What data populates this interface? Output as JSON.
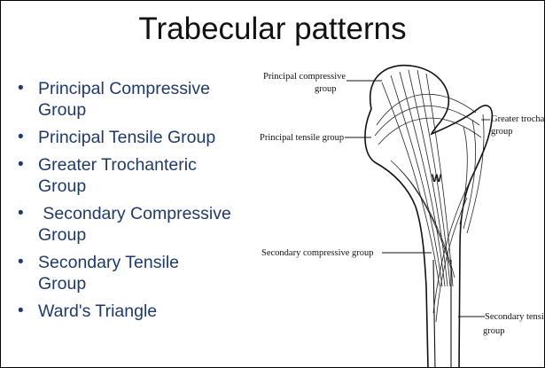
{
  "slide": {
    "title": "Trabecular patterns",
    "bullets": [
      {
        "line1": "Principal Compressive",
        "line2": "Group"
      },
      {
        "line1": "Principal Tensile Group",
        "line2": ""
      },
      {
        "line1": "Greater Trochanteric",
        "line2": "Group"
      },
      {
        "line1": " Secondary Compressive",
        "line2": "Group"
      },
      {
        "line1": "Secondary Tensile",
        "line2": "Group"
      },
      {
        "line1": "Ward's Triangle",
        "line2": ""
      }
    ]
  },
  "figure": {
    "labels": {
      "principal_compressive_1": "Principal compressive",
      "principal_compressive_2": "group",
      "principal_tensile": "Principal tensile group",
      "greater_trochanteric_1": "Greater trochanteric",
      "greater_trochanteric_2": "group",
      "secondary_compressive": "Secondary compressive group",
      "secondary_tensile_1": "Secondary tensile",
      "secondary_tensile_2": "group",
      "wards": "W"
    }
  }
}
